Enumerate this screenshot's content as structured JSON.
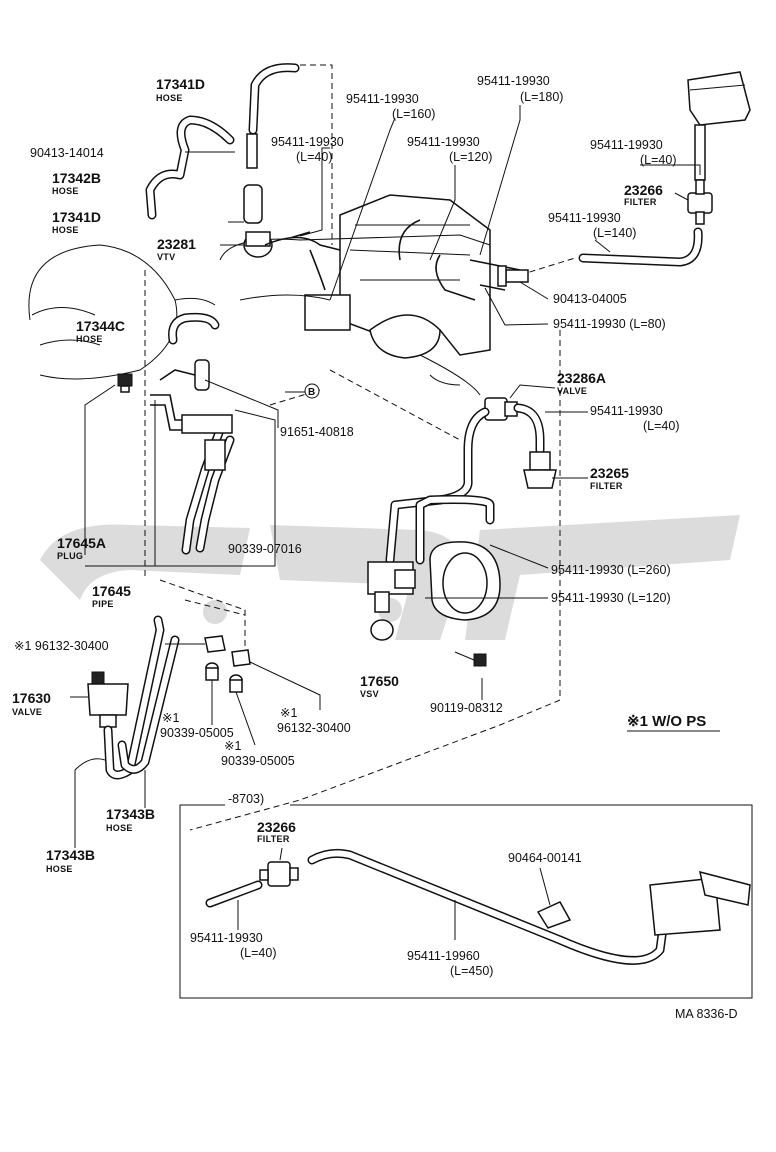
{
  "labels": {
    "p17341D_top": "17341D",
    "hose_1": "HOSE",
    "p90413_14014": "90413-14014",
    "p17342B": "17342B",
    "hose_2": "HOSE",
    "p17341D_mid": "17341D",
    "hose_3": "HOSE",
    "p23281": "23281",
    "vtv": "VTV",
    "p17344C": "17344C",
    "hose_4": "HOSE",
    "p95411_19930_a": "95411-19930",
    "len_160": "(L=160)",
    "p95411_19930_b": "95411-19930",
    "len_40_a": "(L=40)",
    "p95411_19930_c": "95411-19930",
    "len_120_a": "(L=120)",
    "p95411_19930_d": "95411-19930",
    "len_180": "(L=180)",
    "p95411_19930_e": "95411-19930",
    "len_40_b": "(L=40)",
    "p23266_top": "23266",
    "filter_1": "FILTER",
    "p95411_19930_f": "95411-19930",
    "len_140": "(L=140)",
    "p90413_04005": "90413-04005",
    "p95411_19930_g": "95411-19930 (L=80)",
    "p23286A": "23286A",
    "valve_1": "VALVE",
    "p95411_19930_h": "95411-19930",
    "len_40_c": "(L=40)",
    "p23265": "23265",
    "filter_2": "FILTER",
    "p91651_40818": "91651-40818",
    "circle_b": "B",
    "p17645A": "17645A",
    "plug": "PLUG",
    "p17645": "17645",
    "pipe": "PIPE",
    "p90339_07016": "90339-07016",
    "p95411_19930_i": "95411-19930 (L=260)",
    "p95411_19930_j": "95411-19930 (L=120)",
    "p96132_30400_a": "※1 96132-30400",
    "p17630": "17630",
    "valve_2": "VALVE",
    "mark_1a": "※1",
    "p90339_05005_a": "90339-05005",
    "mark_1b": "※1",
    "p96132_30400_b": "96132-30400",
    "mark_1c": "※1",
    "p90339_05005_b": "90339-05005",
    "p17650": "17650",
    "vsv": "VSV",
    "p90119_08312": "90119-08312",
    "note_wo_ps": "※1 W/O PS",
    "p17343B_a": "17343B",
    "hose_5": "HOSE",
    "p17343B_b": "17343B",
    "hose_6": "HOSE",
    "range_8703": "-8703)",
    "p23266_box": "23266",
    "filter_3": "FILTER",
    "p90464_00141": "90464-00141",
    "p95411_19930_k": "95411-19930",
    "len_40_d": "(L=40)",
    "p95411_19960": "95411-19960",
    "len_450": "(L=450)",
    "figure_code": "MA 8336-D"
  }
}
